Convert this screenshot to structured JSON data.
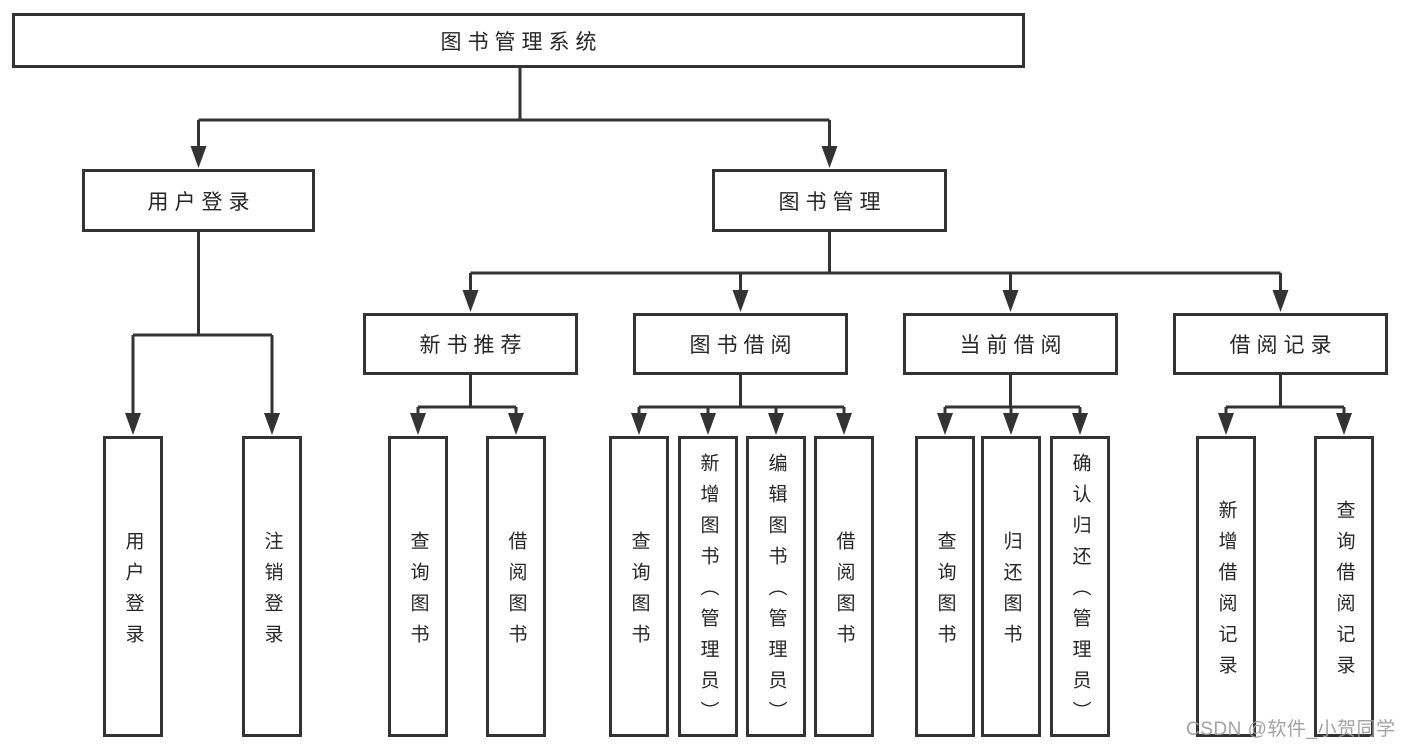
{
  "diagram": {
    "type": "hierarchy-tree",
    "root": {
      "label": "图书管理系统",
      "children": [
        {
          "label": "用户登录",
          "children": [
            {
              "label": "用户登录"
            },
            {
              "label": "注销登录"
            }
          ]
        },
        {
          "label": "图书管理",
          "children": [
            {
              "label": "新书推荐",
              "children": [
                {
                  "label": "查询图书"
                },
                {
                  "label": "借阅图书"
                }
              ]
            },
            {
              "label": "图书借阅",
              "children": [
                {
                  "label": "查询图书"
                },
                {
                  "label": "新增图书（管理员）"
                },
                {
                  "label": "编辑图书（管理员）"
                },
                {
                  "label": "借阅图书"
                }
              ]
            },
            {
              "label": "当前借阅",
              "children": [
                {
                  "label": "查询图书"
                },
                {
                  "label": "归还图书"
                },
                {
                  "label": "确认归还（管理员）"
                }
              ]
            },
            {
              "label": "借阅记录",
              "children": [
                {
                  "label": "新增借阅记录"
                },
                {
                  "label": "查询借阅记录"
                }
              ]
            }
          ]
        }
      ]
    }
  },
  "watermark": {
    "text": "CSDN @软件_小贺同学"
  },
  "colors": {
    "background": "#ffffff",
    "line": "#333333",
    "text": "#262626",
    "watermark": "#9b9b9b"
  }
}
